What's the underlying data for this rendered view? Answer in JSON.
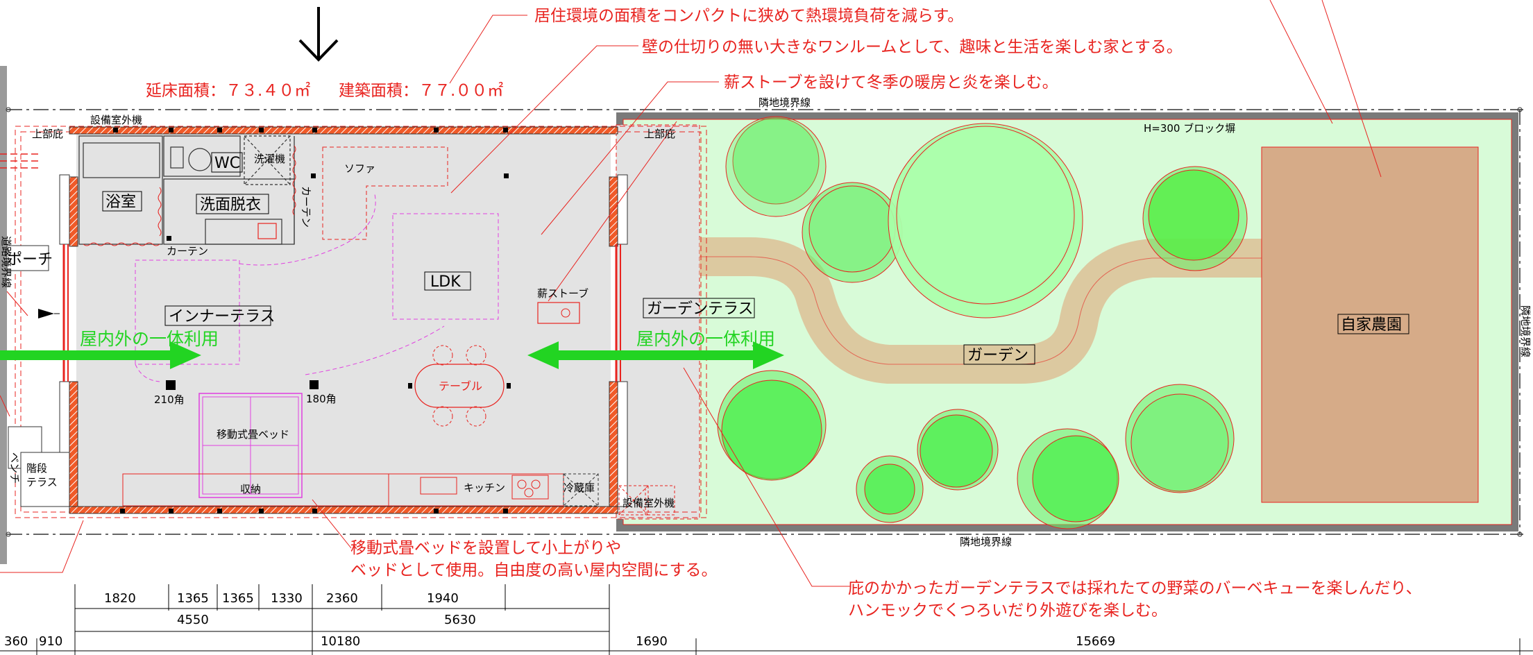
{
  "annotations": {
    "a1": "居住環境の面積をコンパクトに狭めて熱環境負荷を減らす。",
    "a2": "壁の仕切りの無い大きなワンルームとして、趣味と生活を楽しむ家とする。",
    "a3": "薪ストーブを設けて冬季の暖房と炎を楽しむ。",
    "a4_line1": "移動式畳ベッドを設置して小上がりや",
    "a4_line2": "ベッドとして使用。自由度の高い屋内空間にする。",
    "a5_line1": "庇のかかったガーデンテラスでは採れたての野菜のバーベキューを楽しんだり、",
    "a5_line2": "ハンモックでくつろいだり外遊びを楽しむ。"
  },
  "areas": {
    "floor": "延床面積：７３.４０㎡",
    "building": "建築面積：７７.００㎡"
  },
  "boundaries": {
    "north": "隣地境界線",
    "south": "隣地境界線",
    "east": "隣地境界線",
    "west": "道路境界線",
    "wall": "H=300 ブロック塀"
  },
  "rooms": {
    "bath": "浴室",
    "wc": "WC",
    "washer": "洗濯機",
    "dressing": "洗面脱衣",
    "curtain_v": "カーテン",
    "curtain_h": "カーテン",
    "sofa": "ソファ",
    "ldk": "LDK",
    "stove": "薪ストーブ",
    "inner_terrace": "インナーテラス",
    "garden_terrace": "ガーデンテラス",
    "porch": "ポーチ",
    "table": "テーブル",
    "tatami": "移動式畳ベッド",
    "storage": "収納",
    "kitchen": "キッチン",
    "fridge": "冷蔵庫",
    "stair_terrace_1": "階段",
    "stair_terrace_2": "テラス",
    "bench": "ベンチ",
    "eaves_w": "上部庇",
    "eaves_e": "上部庇",
    "outdoor_unit_n": "設備室外機",
    "outdoor_unit_s": "設備室外機",
    "col_210": "210角",
    "col_180": "180角",
    "garden": "ガーデン",
    "farm": "自家農園"
  },
  "green_labels": {
    "left": "屋内外の一体利用",
    "right": "屋内外の一体利用"
  },
  "dimensions": {
    "row1": [
      "1820",
      "1365",
      "1365",
      "1330",
      "2360",
      "1940"
    ],
    "row2": [
      "4550",
      "5630"
    ],
    "row3": [
      "360",
      "910",
      "10180",
      "1690",
      "15669"
    ]
  },
  "colors": {
    "annotation": "#e8231f",
    "wall_hatch": "#f05a28",
    "interior": "#e3e3e3",
    "lawn": "#d8fbd8",
    "path": "#dcc9a0",
    "farm": "#d6ab88",
    "tree": "#66ee66",
    "arrow": "#22d422",
    "magenta": "#e040e0"
  }
}
